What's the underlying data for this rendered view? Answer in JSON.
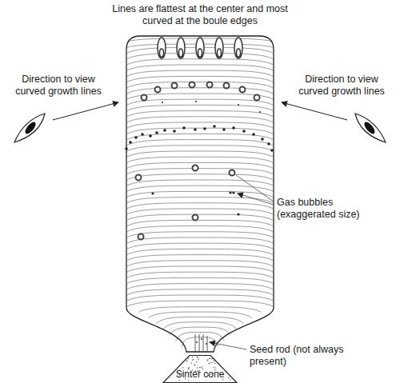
{
  "diagram": {
    "nodes": [
      {
        "text": [
          "Sinter cone"
        ]
      }
    ],
    "labels": [
      "Lines are flattest at the center and most curved at the boule edges",
      "Direction to view curved growth lines",
      "Direction to view curved growth lines",
      "Gas bubbles (exaggerated size)",
      "Seed rod (not always present)"
    ]
  }
}
